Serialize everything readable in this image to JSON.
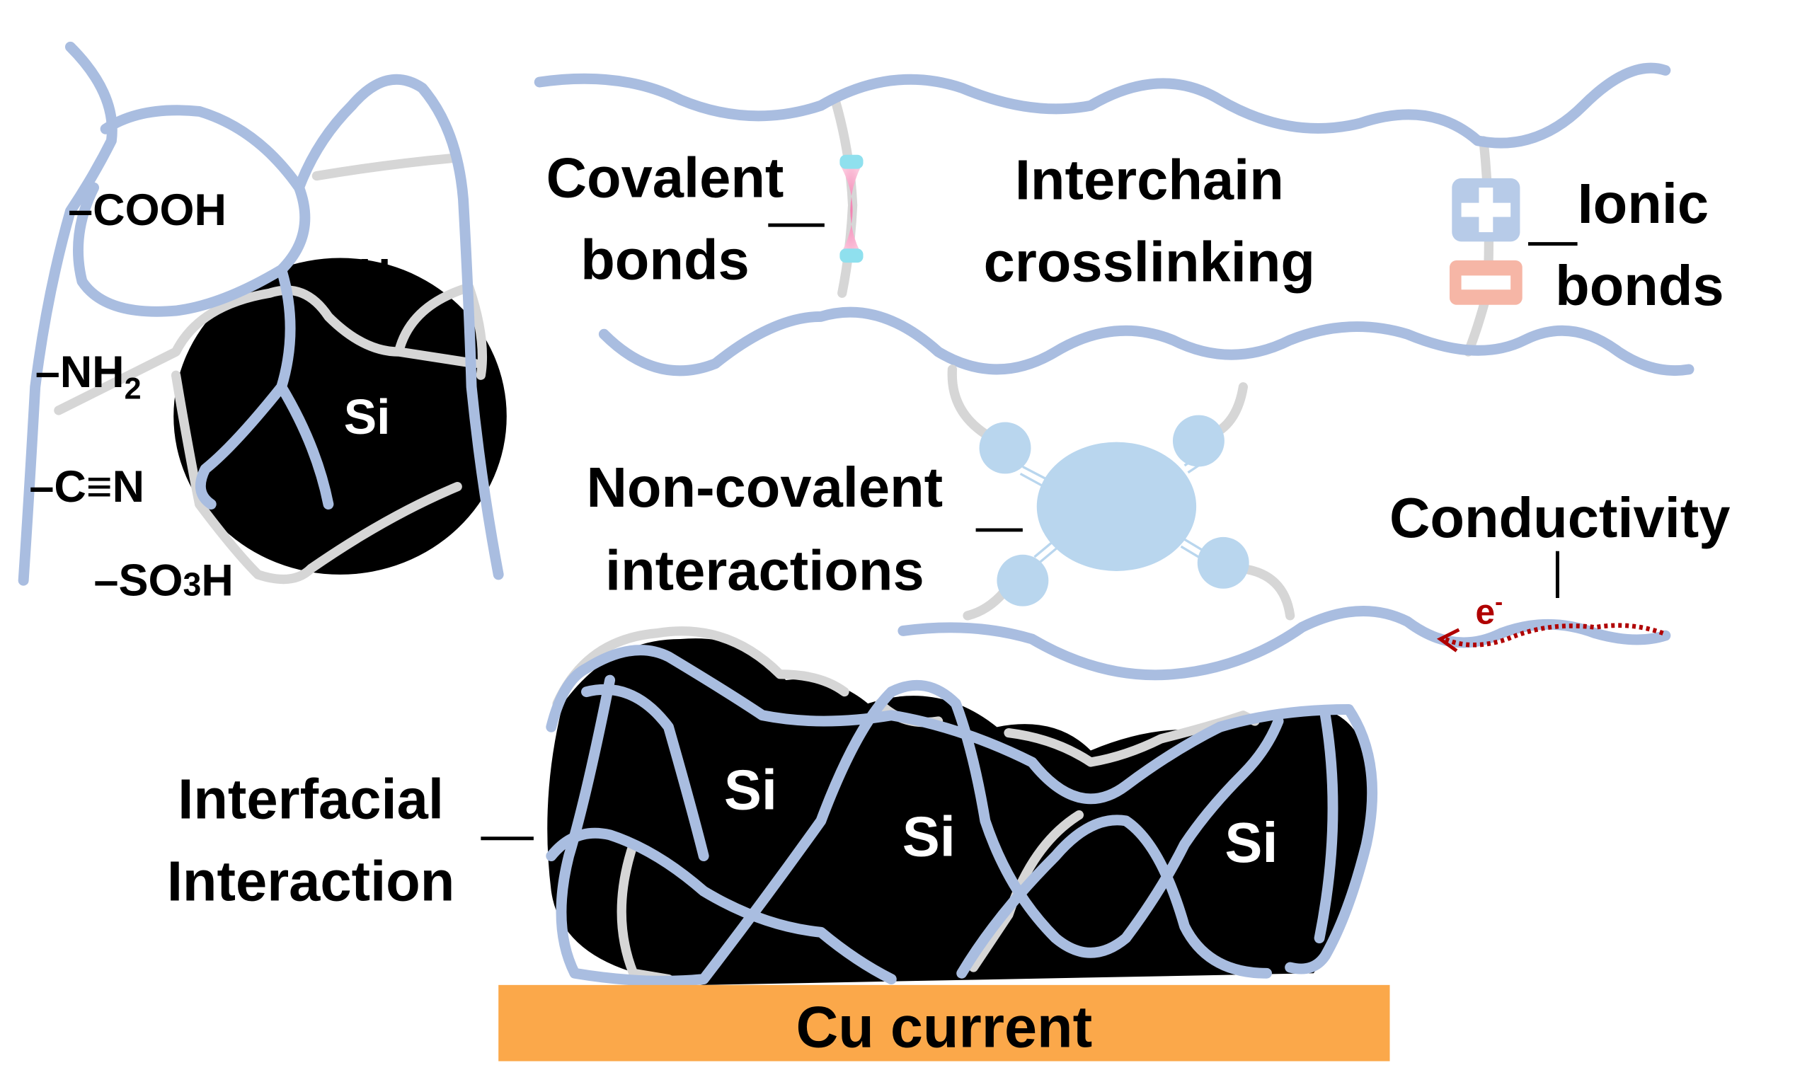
{
  "colors": {
    "polymer_chain": "#a9bde0",
    "side_chain": "#d6d6d6",
    "silicon": "#000000",
    "current_collector": "#fba84a",
    "covalent_bond": "#f49ac0",
    "covalent_bond_ends": "#8fe0ee",
    "ionic_positive": "#b7cbe8",
    "ionic_negative": "#f6b6a6",
    "noncovalent_node": "#b9d6ee",
    "electron": "#b00000"
  },
  "particle": {
    "label": "Si",
    "groups": [
      "–COOH",
      "–OH",
      "–NH",
      "2",
      "–C≡N",
      "–SO",
      "3",
      "H"
    ]
  },
  "labels": {
    "covalent_1": "Covalent",
    "covalent_2": "bonds",
    "interchain_1": "Interchain",
    "interchain_2": "crosslinking",
    "ionic_1": "Ionic",
    "ionic_2": "bonds",
    "noncovalent_1": "Non-covalent",
    "noncovalent_2": "interactions",
    "conductivity": "Conductivity",
    "electron": "e",
    "electron_sup": "-",
    "interfacial_1": "Interfacial",
    "interfacial_2": "Interaction",
    "si_1": "Si",
    "si_2": "Si",
    "si_3": "Si",
    "collector": "Cu current"
  }
}
